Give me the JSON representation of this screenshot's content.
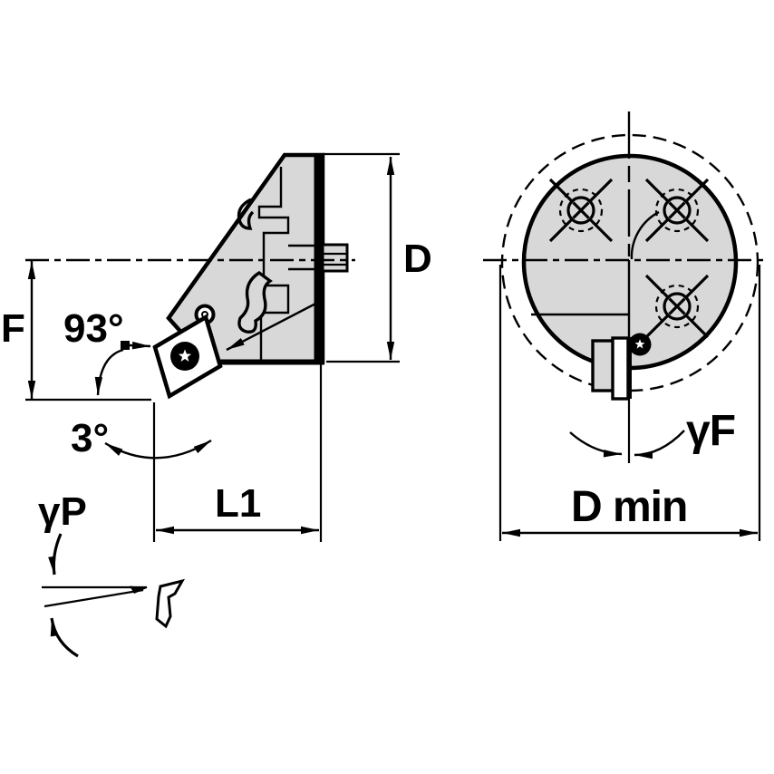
{
  "page": {
    "background_color": "#ffffff",
    "line_color": "#000000",
    "body_fill_color": "#d8d8d8"
  },
  "side_view": {
    "labels": {
      "height": "F",
      "lead_angle": "93°",
      "back_angle": "3°",
      "head_length": "L1",
      "head_diameter": "D"
    }
  },
  "detail_view": {
    "labels": {
      "axial_rake": "γP"
    }
  },
  "front_view": {
    "labels": {
      "radial_rake": "γF",
      "min_diameter": "D min"
    }
  }
}
